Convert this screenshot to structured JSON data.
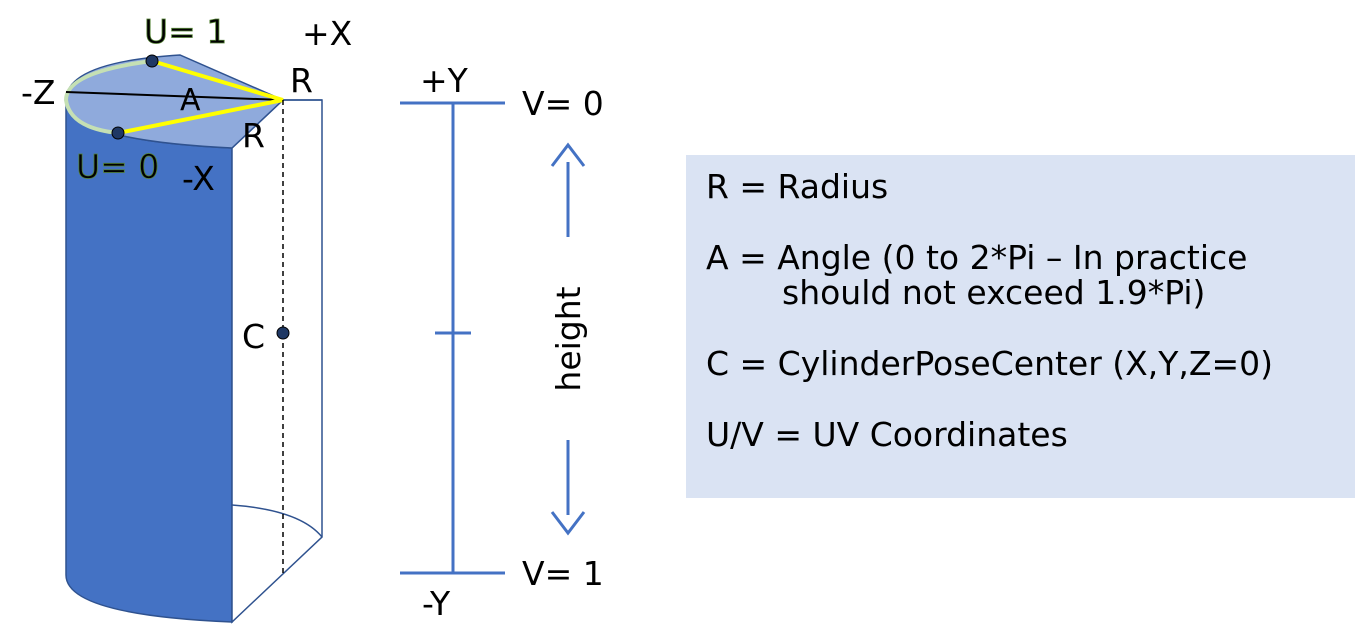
{
  "diagram": {
    "axis_labels": {
      "plus_x": "+X",
      "minus_x": "-X",
      "minus_z": "-Z",
      "plus_y": "+Y",
      "minus_y": "-Y"
    },
    "uv_labels": {
      "u_one": "U= 1",
      "u_zero": "U= 0",
      "v_zero": "V= 0",
      "v_one": "V= 1"
    },
    "geometry_labels": {
      "radius_top": "R",
      "radius_bottom": "R",
      "angle": "A",
      "center": "C",
      "height": "height"
    },
    "legend": {
      "radius": "R = Radius",
      "angle_line1": "A = Angle (0 to 2*Pi – In practice",
      "angle_line2": "should not exceed 1.9*Pi)",
      "center": "C = CylinderPoseCenter (X,Y,Z=0)",
      "uv": "U/V = UV Coordinates"
    },
    "colors": {
      "cylinder_fill": "#4472c4",
      "top_fill": "#8faadc",
      "legend_bg": "#dae3f3",
      "arc_green": "#c5e0b4",
      "radius_yellow": "#ffff00",
      "line_blue": "#4472c4"
    }
  }
}
